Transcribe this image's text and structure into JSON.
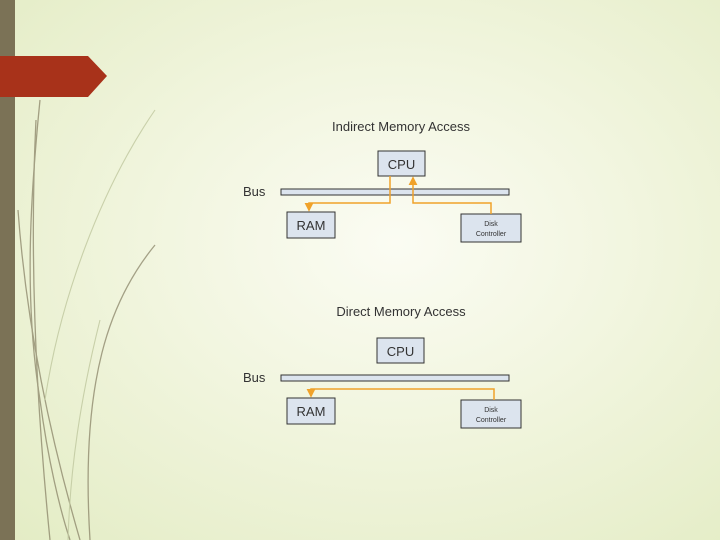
{
  "colors": {
    "accent_tab": "#a8321a",
    "bar": "#7b7256",
    "arrow": "#f0a22a",
    "box_fill": "#dce4ee"
  },
  "indirect": {
    "title": "Indirect Memory Access",
    "bus_label": "Bus",
    "cpu_label": "CPU",
    "ram_label": "RAM",
    "disk_line1": "Disk",
    "disk_line2": "Controller"
  },
  "direct": {
    "title": "Direct Memory Access",
    "bus_label": "Bus",
    "cpu_label": "CPU",
    "ram_label": "RAM",
    "disk_line1": "Disk",
    "disk_line2": "Controller"
  }
}
